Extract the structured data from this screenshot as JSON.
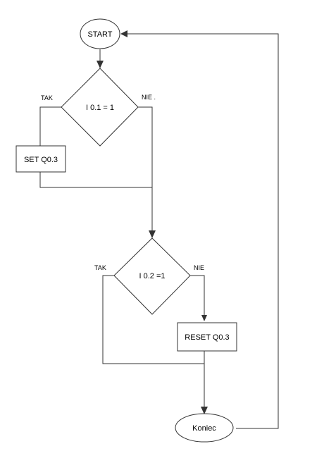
{
  "flowchart": {
    "start": "START",
    "decision1": "I 0.1  = 1",
    "decision1_yes": "TAK",
    "decision1_no": "NIE .",
    "action1": "SET Q0.3",
    "decision2": "I 0.2 =1",
    "decision2_yes": "TAK",
    "decision2_no": "NIE",
    "action2": "RESET Q0.3",
    "end": "Koniec"
  }
}
